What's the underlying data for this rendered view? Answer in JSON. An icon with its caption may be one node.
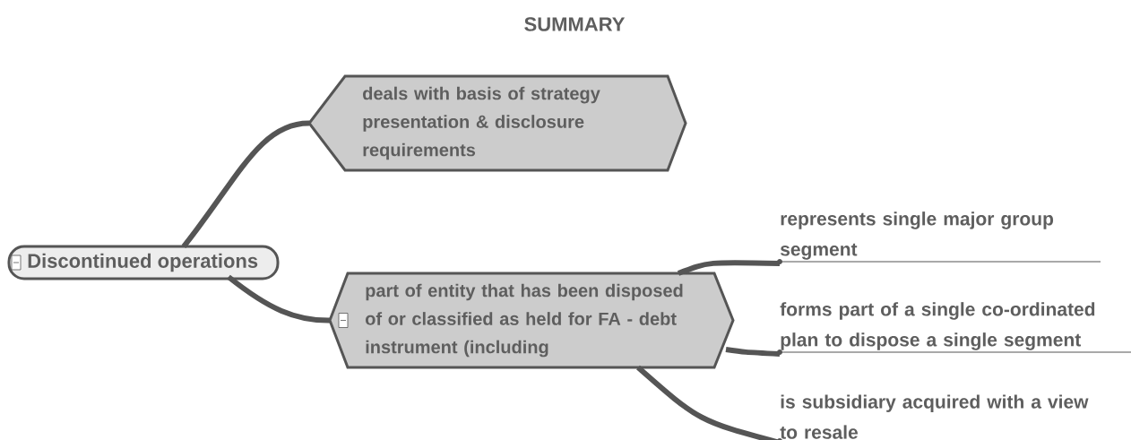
{
  "diagram": {
    "title": "SUMMARY",
    "nodes": [
      {
        "text": [
          "Discontinued operations"
        ]
      },
      {
        "text": [
          "deals with basis of strategy presentation & disclosure requirements"
        ]
      },
      {
        "text": [
          "part of entity that has been disposed of or classified as held for FA - debt instrument (including"
        ]
      },
      {
        "text": [
          "represents single major group segment"
        ]
      },
      {
        "text": [
          "forms part of a single co-ordinated plan to dispose a single segment"
        ]
      },
      {
        "text": [
          "is subsidiary acquired with a view to resale"
        ]
      }
    ],
    "edges": [
      {
        "from": 0,
        "to": 1,
        "arrow": "none"
      },
      {
        "from": 0,
        "to": 2,
        "arrow": "none"
      },
      {
        "from": 2,
        "to": 3,
        "arrow": "none"
      },
      {
        "from": 2,
        "to": 4,
        "arrow": "none"
      },
      {
        "from": 2,
        "to": 5,
        "arrow": "none"
      }
    ]
  }
}
